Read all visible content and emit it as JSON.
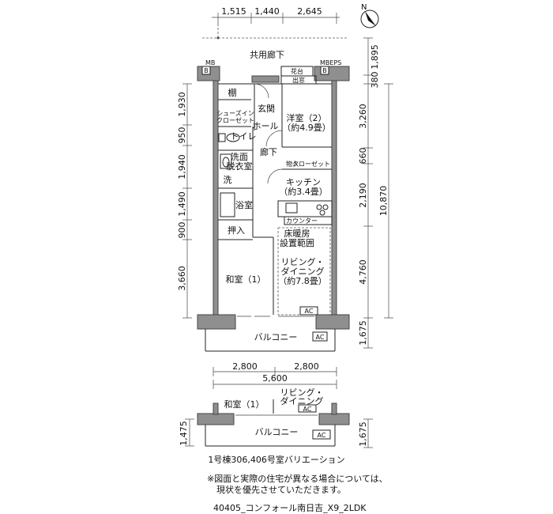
{
  "title": "40405_コンフォール南日吉_X9_2LDK",
  "compass": {
    "label": "N"
  },
  "dimensions": {
    "top": [
      "1,515",
      "1,440",
      "2,645"
    ],
    "left": [
      "1,930",
      "950",
      "1,940",
      "1,490",
      "900",
      "3,660"
    ],
    "right_top": [
      "1,895",
      "380"
    ],
    "right": [
      "3,260",
      "660",
      "2,190",
      "4,760",
      "1,675"
    ],
    "right_total": "10,870",
    "bottom_halves": [
      "2,800",
      "2,800"
    ],
    "bottom_total": "5,600",
    "variation_left": "1,475",
    "variation_right": "1,675"
  },
  "labels": {
    "corridor": "共用廊下",
    "mb_left": "MB",
    "mb_right": "MBEPS",
    "b1": "B",
    "b2": "B",
    "flower": "花台",
    "bay": "出窓",
    "shelf": "棚",
    "entrance": "玄関",
    "shoe_closet_1": "シューズイン",
    "shoe_closet_2": "クローゼット",
    "hall": "ホール",
    "western_1": "洋室（2）",
    "western_2": "（約4.9畳）",
    "toilet": "トイレ",
    "hallway": "廊下",
    "washroom_1": "洗面",
    "washroom_2": "脱衣室",
    "storage": "物入",
    "closet": "クローゼット",
    "wash": "洗",
    "kitchen_1": "キッチン",
    "kitchen_2": "（約3.4畳）",
    "bath": "浴室",
    "counter": "カウンター",
    "oshiire": "押入",
    "floor_heat_1": "床暖房",
    "floor_heat_2": "設置範囲",
    "living_1": "リビング・",
    "living_2": "ダイニング",
    "living_3": "（約7.8畳）",
    "japanese": "和室（1）",
    "ac1": "AC",
    "balcony": "バルコニー",
    "ac2": "AC",
    "var_japanese": "和室（1）",
    "var_living_1": "リビング・",
    "var_living_2": "ダイニング",
    "var_ac1": "AC",
    "var_balcony": "バルコニー",
    "var_ac2": "AC",
    "variation_caption": "1号棟306,406号室バリエーション",
    "note_1": "※図面と実際の住宅が異なる場合については、",
    "note_2": "現状を優先させていただきます。"
  }
}
